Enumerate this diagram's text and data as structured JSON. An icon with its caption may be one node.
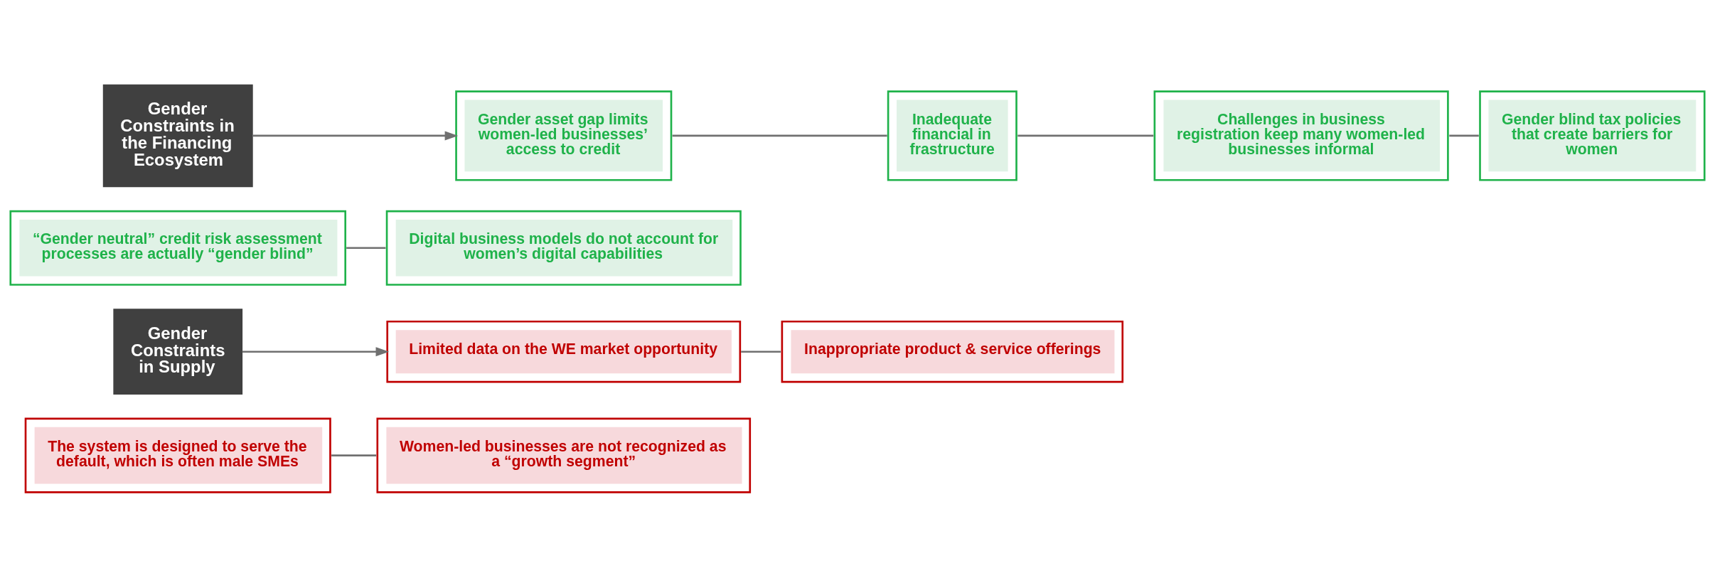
{
  "diagram": {
    "nodes": [
      {
        "text": [
          "The system is designed to serve the default, which is often male SMEs"
        ]
      },
      {
        "text": [
          "Women-led businesses are not recognized as a “growth segment”"
        ]
      },
      {
        "text": [
          "Gender Constraints in Supply"
        ]
      },
      {
        "text": [
          "Limited data on the WE market opportunity"
        ]
      },
      {
        "text": [
          "Inappropriate product & service offerings"
        ]
      },
      {
        "text": [
          "“Gender neutral” credit risk assessment processes are actually “gender blind”"
        ]
      },
      {
        "text": [
          "Digital business models do not account for women’s digital capabilities"
        ]
      },
      {
        "text": [
          "Gender Constraints in the Financing Ecosystem"
        ]
      },
      {
        "text": [
          "Gender asset gap limits women-led businesses’ access to credit"
        ]
      },
      {
        "text": [
          "Inadequate financial infrastructure"
        ]
      },
      {
        "text": [
          "Challenges in business registration keep many women-led businesses informal"
        ]
      },
      {
        "text": [
          "Gender blind tax policies that create barriers for women"
        ]
      }
    ],
    "edges": [
      {
        "from": 0,
        "to": 1,
        "arrow": "none"
      },
      {
        "from": 2,
        "to": 3,
        "arrow": "to"
      },
      {
        "from": 3,
        "to": 4,
        "arrow": "none"
      },
      {
        "from": 5,
        "to": 6,
        "arrow": "none"
      },
      {
        "from": 7,
        "to": 8,
        "arrow": "to"
      },
      {
        "from": 8,
        "to": 9,
        "arrow": "none"
      },
      {
        "from": 9,
        "to": 10,
        "arrow": "none"
      },
      {
        "from": 10,
        "to": 11,
        "arrow": "none"
      }
    ]
  }
}
